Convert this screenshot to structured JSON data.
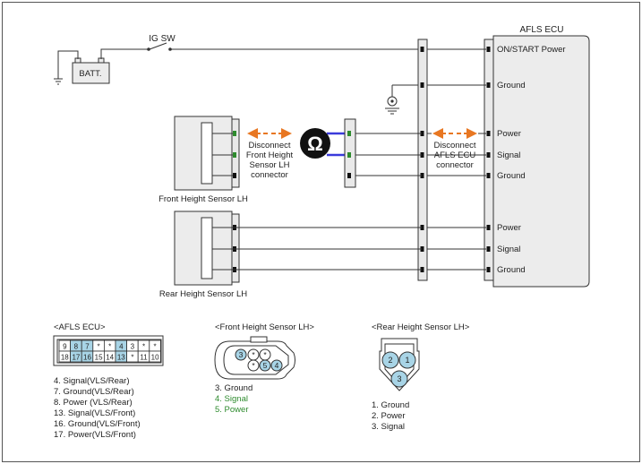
{
  "switch": {
    "label": "IG SW"
  },
  "battery": {
    "label": "BATT."
  },
  "ecu": {
    "title": "AFLS ECU",
    "pins": [
      "ON/START Power",
      "Ground",
      "Power",
      "Signal",
      "Ground",
      "Power",
      "Signal",
      "Ground"
    ]
  },
  "disconnect_front": [
    "Disconnect",
    "Front Height",
    "Sensor LH",
    "connector"
  ],
  "disconnect_ecu": [
    "Disconnect",
    "AFLS ECU",
    "connector"
  ],
  "front_sensor": {
    "label": "Front Height Sensor LH"
  },
  "rear_sensor": {
    "label": "Rear Height Sensor LH"
  },
  "ohmmeter": {
    "symbol": "Ω"
  },
  "legend_ecu": {
    "title": "<AFLS ECU>",
    "row_top": [
      "9",
      "8",
      "7",
      "*",
      "*",
      "4",
      "3",
      "*",
      "*"
    ],
    "row_bottom": [
      "18",
      "17",
      "16",
      "15",
      "14",
      "13",
      "*",
      "11",
      "10"
    ],
    "items": [
      "4. Signal(VLS/Rear)",
      "7. Ground(VLS/Rear)",
      "8. Power (VLS/Rear)",
      "13. Signal(VLS/Front)",
      "16. Ground(VLS/Front)",
      "17. Power(VLS/Front)"
    ]
  },
  "legend_front": {
    "title": "<Front Height Sensor  LH>",
    "pins": [
      "3",
      "*",
      "*",
      "*",
      "5",
      "4"
    ],
    "items": [
      "3. Ground",
      "4. Signal",
      "5. Power"
    ]
  },
  "legend_rear": {
    "title": "<Rear Height Sensor LH>",
    "pins": [
      "2",
      "1",
      "3"
    ],
    "items": [
      "1. Ground",
      "2. Power",
      "3. Signal"
    ]
  },
  "colors": {
    "highlight": "#2e8b2e",
    "pin_fill": "#a8d4e6",
    "arrow": "#e87722",
    "probe": "#3a3adb"
  }
}
